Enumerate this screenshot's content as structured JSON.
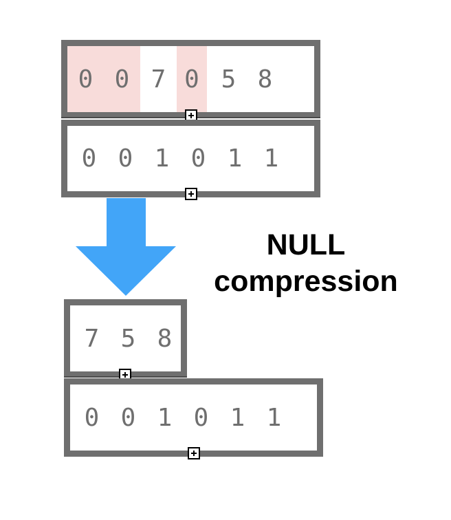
{
  "operation_label": {
    "line1": "NULL",
    "line2": "compression"
  },
  "colors": {
    "arrow": "#42a5f8",
    "null_highlight": "#f8dcda",
    "frame": "#6f6f6f"
  },
  "input": {
    "values": [
      "0",
      "0",
      "7",
      "0",
      "5",
      "8"
    ],
    "highlighted_indices": [
      0,
      1,
      3
    ],
    "flags": [
      "0",
      "0",
      "1",
      "0",
      "1",
      "1"
    ]
  },
  "output": {
    "values": [
      "7",
      "5",
      "8"
    ],
    "flags": [
      "0",
      "0",
      "1",
      "0",
      "1",
      "1"
    ]
  }
}
